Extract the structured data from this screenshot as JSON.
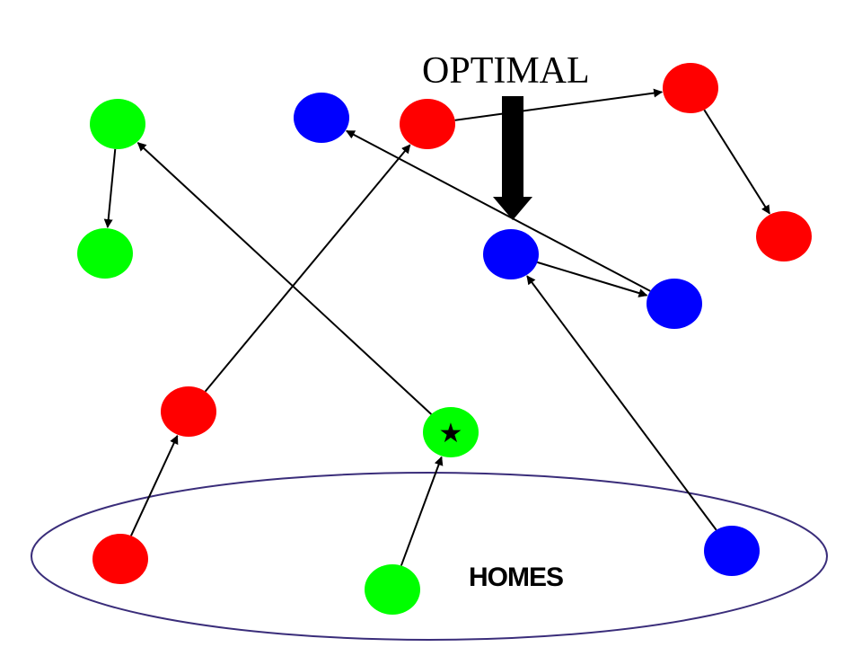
{
  "labels": {
    "optimal": "OPTIMAL",
    "homes": "HOMES",
    "star": "★"
  },
  "colors": {
    "red": "#ff0000",
    "green": "#00ff00",
    "blue": "#0000ff",
    "edge": "#000000",
    "homes_ellipse": "#3a2d7a"
  },
  "nodes": [
    {
      "id": "r-home",
      "color": "red"
    },
    {
      "id": "r-mid",
      "color": "red"
    },
    {
      "id": "r-top",
      "color": "red"
    },
    {
      "id": "r-topright",
      "color": "red"
    },
    {
      "id": "r-right",
      "color": "red"
    },
    {
      "id": "g-home",
      "color": "green"
    },
    {
      "id": "g-star",
      "color": "green",
      "marker": "star"
    },
    {
      "id": "g-topleft",
      "color": "green"
    },
    {
      "id": "g-left",
      "color": "green"
    },
    {
      "id": "b-home",
      "color": "blue"
    },
    {
      "id": "b-mid",
      "color": "blue"
    },
    {
      "id": "b-right",
      "color": "blue"
    },
    {
      "id": "b-top",
      "color": "blue"
    }
  ],
  "edges": [
    {
      "from": "r-home",
      "to": "r-mid"
    },
    {
      "from": "r-mid",
      "to": "r-top"
    },
    {
      "from": "r-top",
      "to": "r-topright"
    },
    {
      "from": "r-topright",
      "to": "r-right"
    },
    {
      "from": "g-home",
      "to": "g-star"
    },
    {
      "from": "g-star",
      "to": "g-topleft"
    },
    {
      "from": "g-topleft",
      "to": "g-left"
    },
    {
      "from": "b-home",
      "to": "b-mid"
    },
    {
      "from": "b-mid",
      "to": "b-right"
    },
    {
      "from": "b-right",
      "to": "b-top"
    }
  ]
}
